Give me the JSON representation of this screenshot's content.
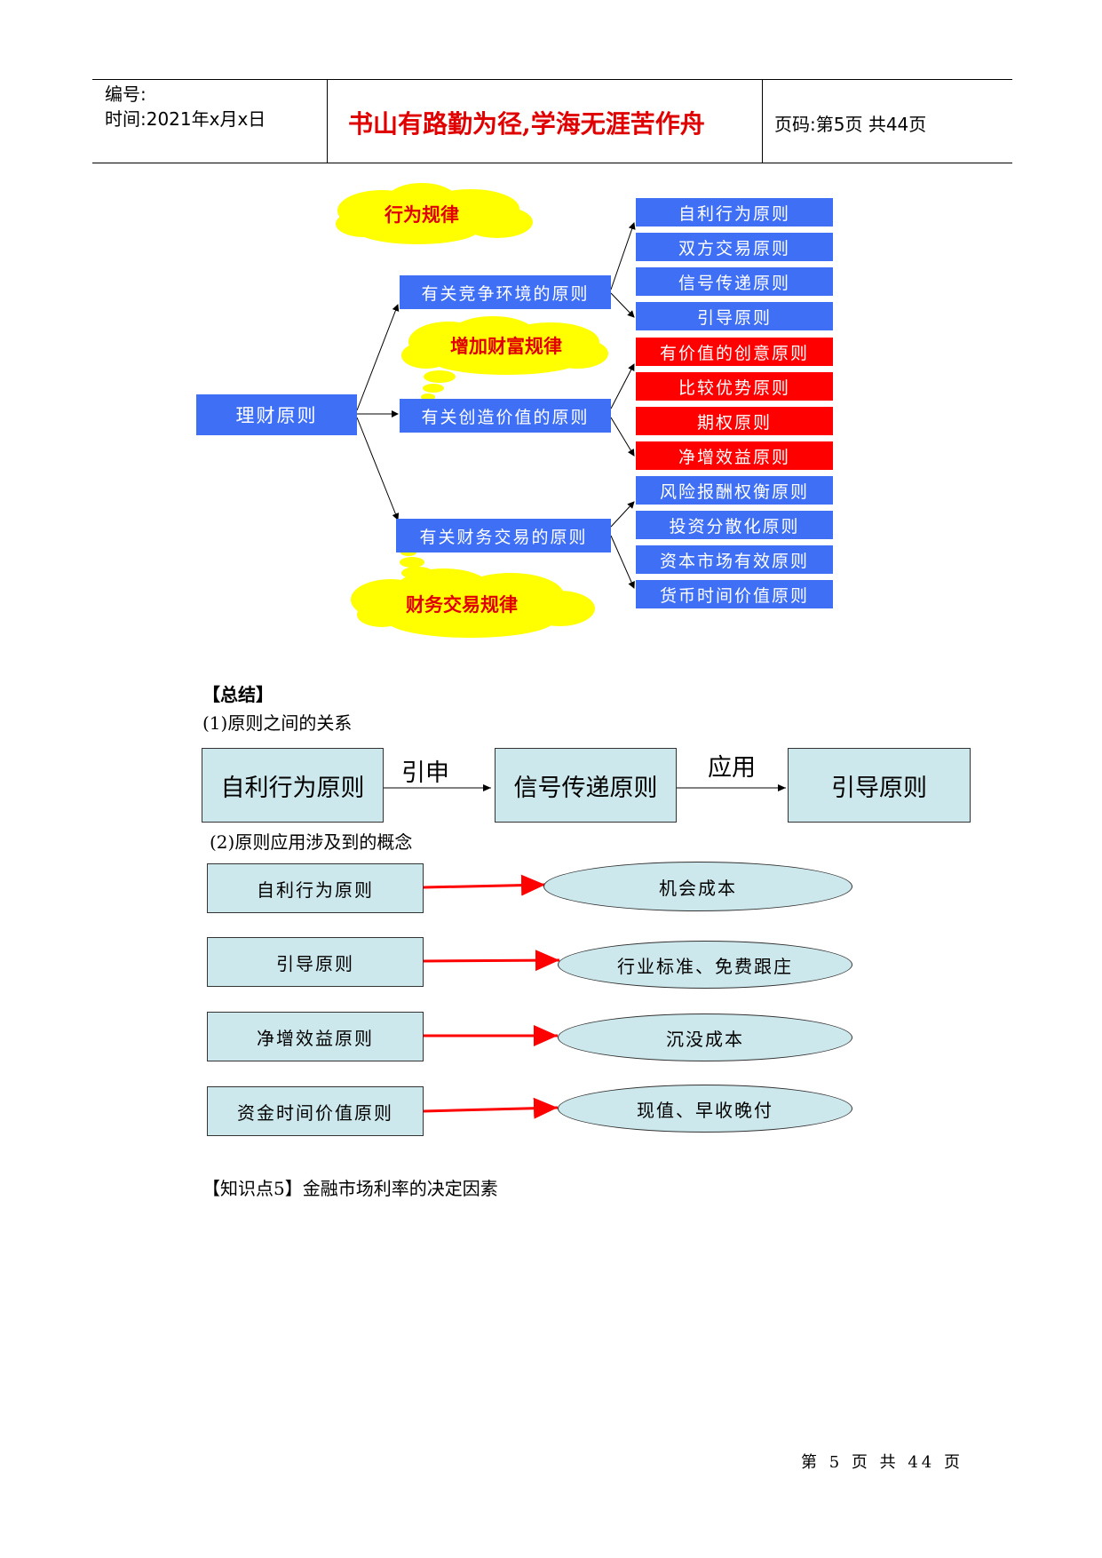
{
  "header": {
    "serial_label": "编号:",
    "time_label": "时间:2021年x月x日",
    "motto": "书山有路勤为径,学海无涯苦作舟",
    "page_label": "页码:第5页 共44页"
  },
  "mindmap": {
    "root": "理财原则",
    "cloud_behavior": "行为规律",
    "cloud_wealth": "增加财富规律",
    "cloud_finance": "财务交易规律",
    "branches": [
      {
        "label": "有关竞争环境的原则",
        "leaves": [
          "自利行为原则",
          "双方交易原则",
          "信号传递原则",
          "引导原则"
        ],
        "color": "#3f6ff5"
      },
      {
        "label": "有关创造价值的原则",
        "leaves": [
          "有价值的创意原则",
          "比较优势原则",
          "期权原则",
          "净增效益原则"
        ],
        "color": "#ff0000"
      },
      {
        "label": "有关财务交易的原则",
        "leaves": [
          "风险报酬权衡原则",
          "投资分散化原则",
          "资本市场有效原则",
          "货币时间价值原则"
        ],
        "color": "#3f6ff5"
      }
    ]
  },
  "summary": {
    "title": "【总结】",
    "sub1": "(1)原则之间的关系",
    "relation": {
      "box1": "自利行为原则",
      "arrow1": "引申",
      "box2": "信号传递原则",
      "arrow2": "应用",
      "box3": "引导原则"
    },
    "sub2": "(2)原则应用涉及到的概念",
    "concepts": [
      {
        "principle": "自利行为原则",
        "concept": "机会成本"
      },
      {
        "principle": "引导原则",
        "concept": "行业标准、免费跟庄"
      },
      {
        "principle": "净增效益原则",
        "concept": "沉没成本"
      },
      {
        "principle": "资金时间价值原则",
        "concept": "现值、早收晚付"
      }
    ]
  },
  "knowledge_point": "【知识点5】金融市场利率的决定因素",
  "footer": "第 5 页 共 44 页"
}
